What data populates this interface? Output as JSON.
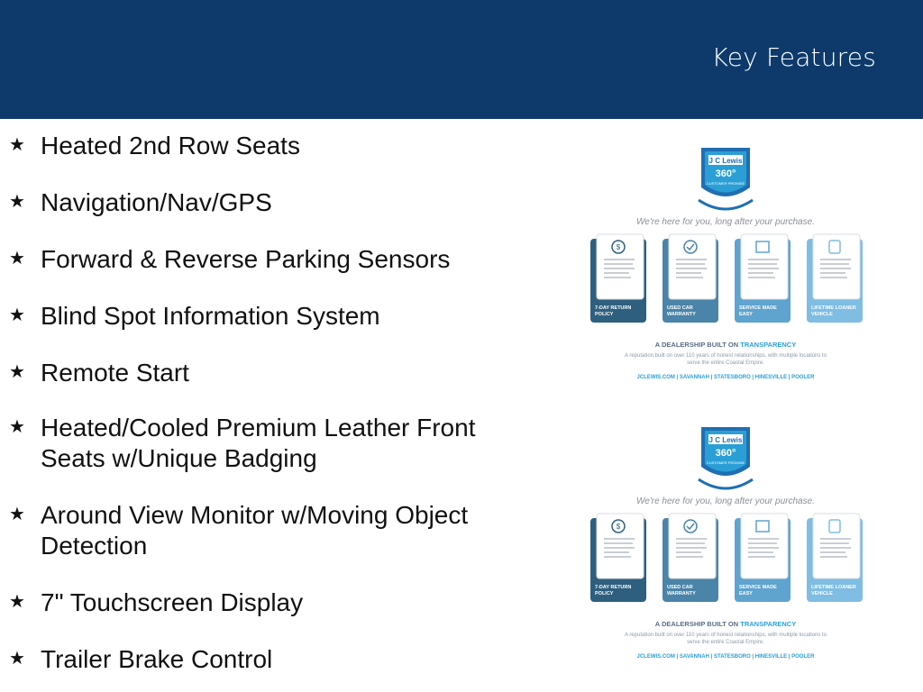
{
  "header": {
    "title": "Key Features"
  },
  "features": [
    "Heated 2nd Row Seats",
    "Navigation/Nav/GPS",
    "Forward & Reverse Parking Sensors",
    "Blind Spot Information System",
    "Remote Start",
    "Heated/Cooled Premium Leather Front Seats w/Unique Badging",
    "Around View Monitor w/Moving Object Detection",
    "7\" Touchscreen Display",
    "Trailer Brake Control"
  ],
  "bullet_icon": "star-icon",
  "promo": {
    "logo_brand": "J C Lewis",
    "logo_number": "360°",
    "logo_sub": "CUSTOMER PROMISE",
    "tagline": "We're here for you, long after your purchase.",
    "cards": [
      {
        "label": "7-DAY RETURN POLICY",
        "icon": "dollar-refresh-icon",
        "color": "#2e5f7e"
      },
      {
        "label": "USED CAR WARRANTY",
        "icon": "badge-check-icon",
        "color": "#4a84a8"
      },
      {
        "label": "SERVICE MADE EASY",
        "icon": "building-icon",
        "color": "#5fa3cf"
      },
      {
        "label": "LIFETIME LOANER VEHICLE",
        "icon": "car-key-icon",
        "color": "#7fbde2"
      }
    ],
    "headline_prefix": "A DEALERSHIP BUILT ON ",
    "headline_highlight": "TRANSPARENCY",
    "subline_1": "A reputation built on over 110 years of honest relationships, with multiple locations to",
    "subline_2": "serve the entire Coastal Empire.",
    "locations": "JCLEWIS.COM | SAVANNAH | STATESBORO | HINESVILLE | POOLER"
  },
  "colors": {
    "header_bg": "#0d3a6b",
    "accent": "#2a9fd6"
  }
}
